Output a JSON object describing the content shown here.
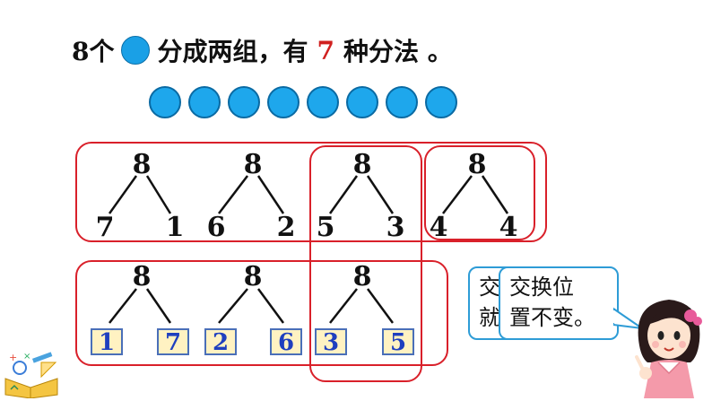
{
  "title": {
    "prefix": "8个",
    "middle": "分成两组，有",
    "count": "7",
    "suffix": "种分法 。"
  },
  "ball_count": 8,
  "row1": [
    {
      "whole": "8",
      "left": "7",
      "right": "1"
    },
    {
      "whole": "8",
      "left": "6",
      "right": "2"
    },
    {
      "whole": "8",
      "left": "5",
      "right": "3"
    },
    {
      "whole": "8",
      "left": "4",
      "right": "4"
    }
  ],
  "row2": [
    {
      "whole": "8",
      "left": "1",
      "right": "7"
    },
    {
      "whole": "8",
      "left": "2",
      "right": "6"
    },
    {
      "whole": "8",
      "left": "3",
      "right": "5"
    }
  ],
  "bubble_back": {
    "line1": "交",
    "line2": "就"
  },
  "bubble_front": {
    "line1": "交换位",
    "line2": "置不变。"
  },
  "colors": {
    "ball": "#1ea7ec",
    "frame": "#d9202a",
    "box_fill": "#fff2c2",
    "box_text": "#1f3fbf",
    "accent": "#d0201f"
  }
}
